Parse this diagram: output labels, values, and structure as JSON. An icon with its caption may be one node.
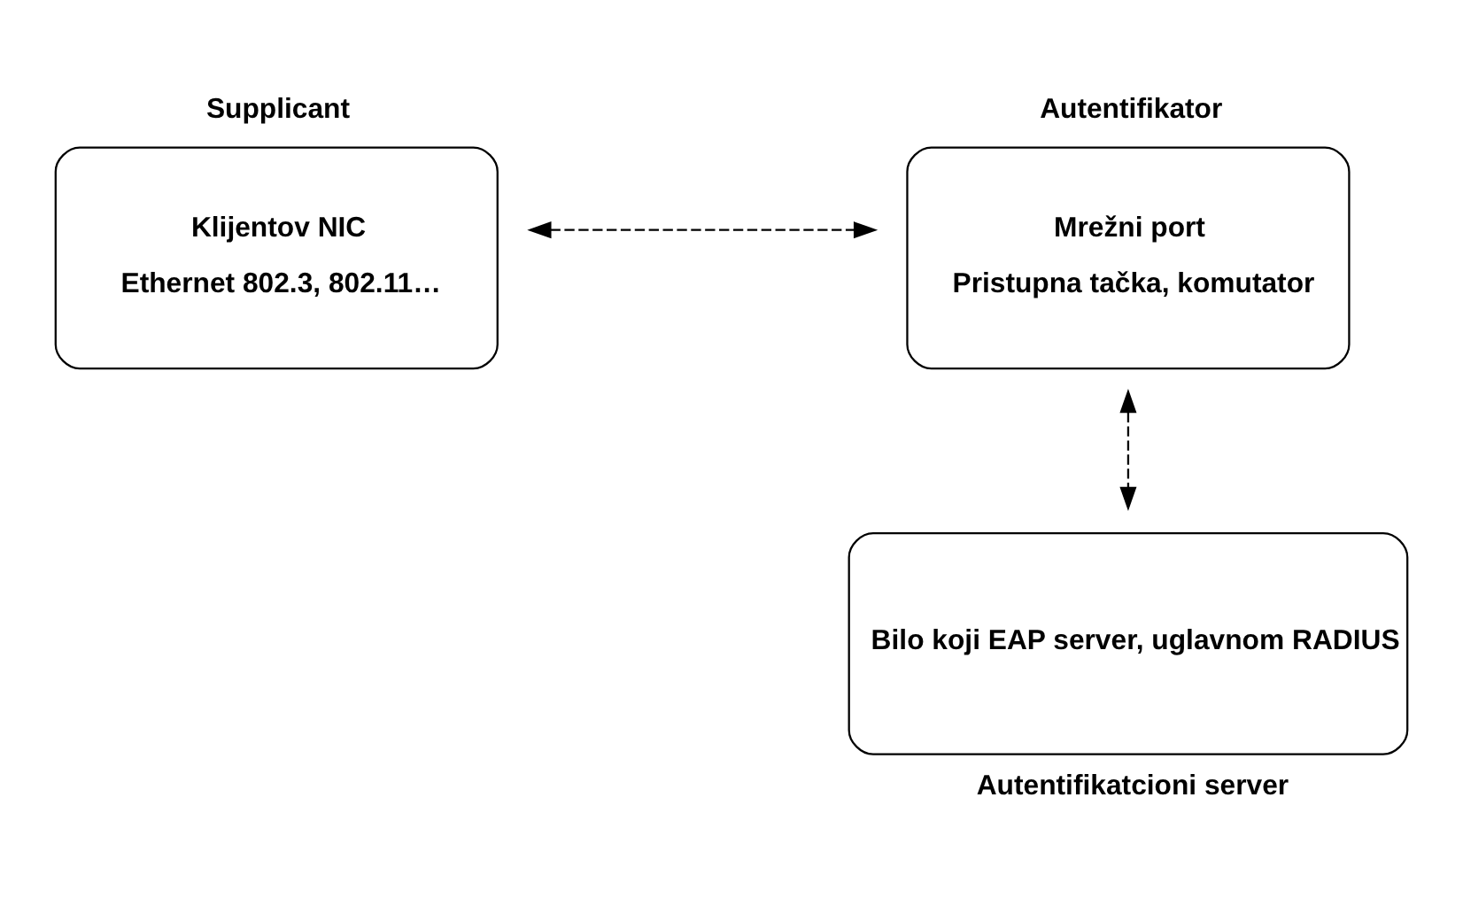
{
  "diagram": {
    "nodes": [
      {
        "text": [
          "Klijentov NIC",
          "Ethernet 802.3, 802.11…"
        ],
        "beside": [
          "Supplicant"
        ]
      },
      {
        "text": [
          "Mrežni port",
          "Pristupna tačka, komutator"
        ],
        "beside": [
          "Autentifikator"
        ]
      },
      {
        "text": [
          "Bilo koji EAP server, uglavnom RADIUS"
        ],
        "beside": [
          "Autentifikatcioni server"
        ]
      }
    ],
    "edges": [
      {
        "from": 0,
        "to": 1,
        "arrow": "both",
        "style": "dashed"
      },
      {
        "from": 1,
        "to": 2,
        "arrow": "both",
        "style": "dashed"
      }
    ]
  }
}
